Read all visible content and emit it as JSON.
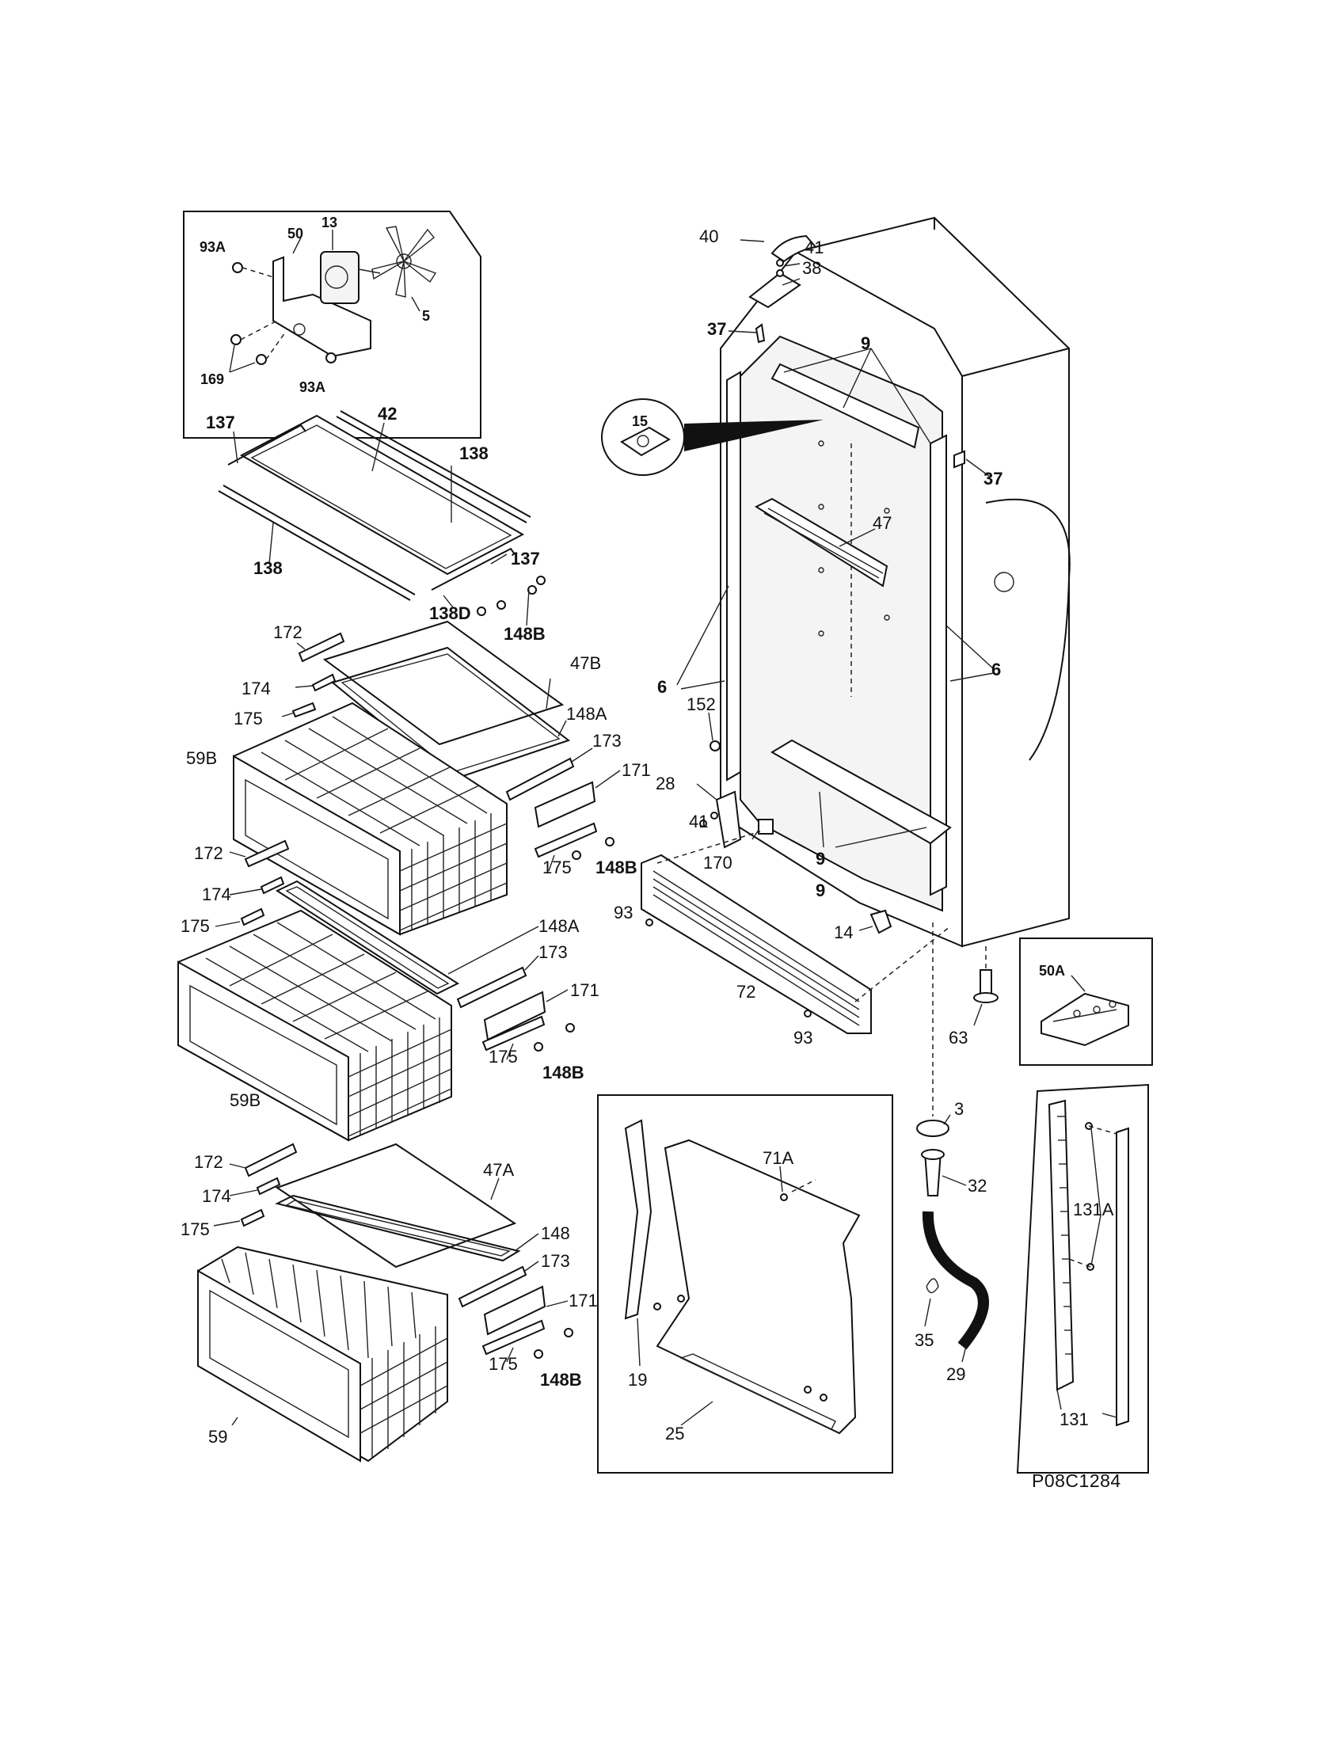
{
  "diagram_code": "P08C1284",
  "labels": {
    "fan_inset": [
      "50",
      "13",
      "93A",
      "5",
      "169",
      "93A"
    ],
    "shelf": [
      "137",
      "42",
      "138",
      "138",
      "137",
      "138D",
      "148B"
    ],
    "basket_upper": [
      "172",
      "47B",
      "174",
      "175",
      "148A",
      "173",
      "59B",
      "171",
      "175",
      "148B"
    ],
    "basket_middle": [
      "172",
      "174",
      "175",
      "148A",
      "173",
      "171",
      "59B",
      "175",
      "148B"
    ],
    "basket_lower": [
      "172",
      "47A",
      "174",
      "175",
      "148",
      "173",
      "171",
      "175",
      "148B",
      "59"
    ],
    "cabinet": [
      "40",
      "41",
      "38",
      "37",
      "9",
      "15",
      "37",
      "47",
      "6",
      "6",
      "152",
      "28",
      "41",
      "170",
      "9",
      "9",
      "93",
      "14",
      "72",
      "93",
      "63"
    ],
    "inset_50a": [
      "50A"
    ],
    "cover_inset": [
      "71A",
      "19",
      "25"
    ],
    "drain": [
      "3",
      "32",
      "35",
      "29"
    ],
    "rail_inset": [
      "131A",
      "131"
    ]
  }
}
